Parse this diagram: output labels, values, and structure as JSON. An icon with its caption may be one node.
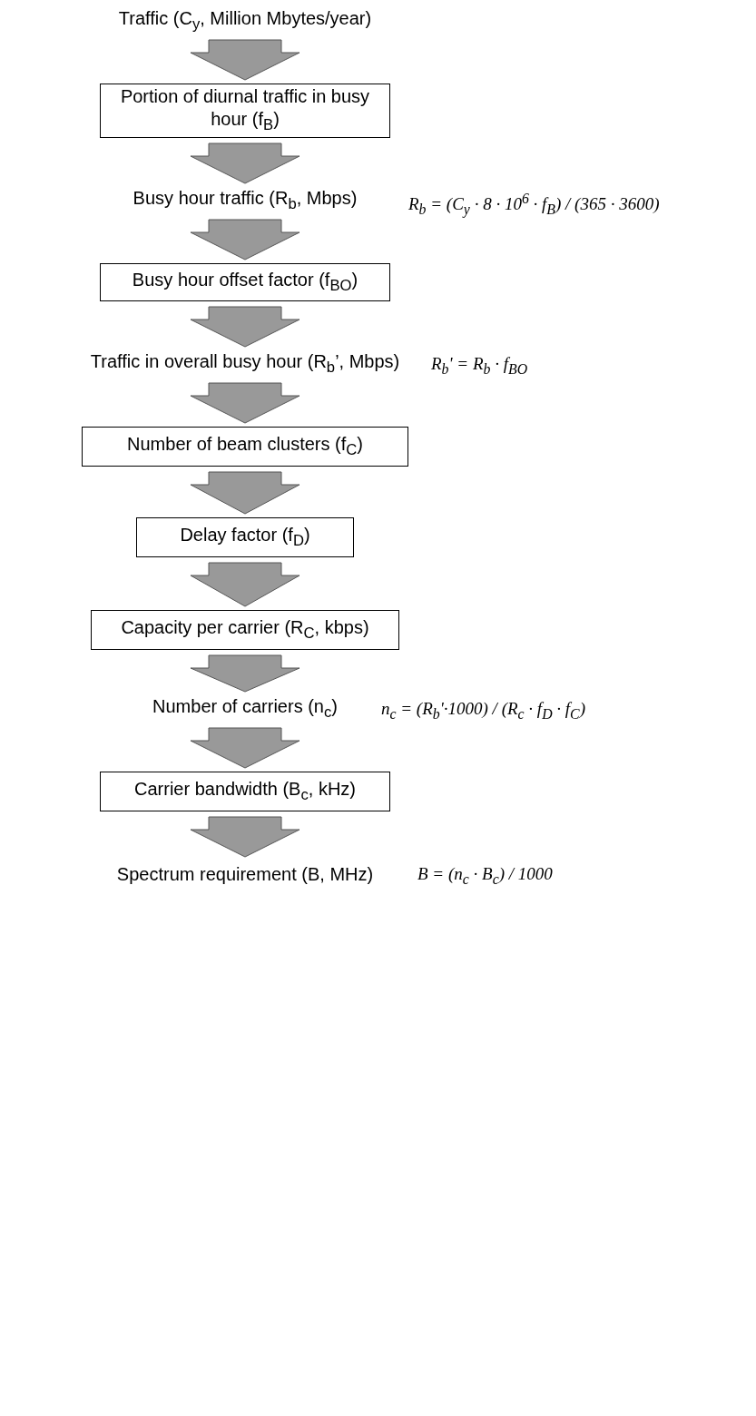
{
  "diagram": {
    "nodes": [
      {
        "text": [
          "Traffic (C$_{y}$, Million Mbytes/year)"
        ]
      },
      {
        "text": [
          "Portion of diurnal traffic in busy hour (f$_{B}$)"
        ]
      },
      {
        "text": [
          "Busy hour traffic (R$_{b}$, Mbps)"
        ],
        "beside": [
          "R$_{b}$ = (C$_{y}$ · 8 · 10$^{6}$ · f$_{B}$) / (365 · 3600)"
        ]
      },
      {
        "text": [
          "Busy hour offset factor (f$_{BO}$)"
        ]
      },
      {
        "text": [
          "Traffic in overall busy hour (R$_{b}$’, Mbps)"
        ],
        "beside": [
          "R$_{b}$' = R$_{b}$ · f$_{BO}$"
        ]
      },
      {
        "text": [
          "Number of beam clusters (f$_{C}$)"
        ]
      },
      {
        "text": [
          "Delay factor (f$_{D}$)"
        ]
      },
      {
        "text": [
          "Capacity per carrier (R$_{C}$, kbps)"
        ]
      },
      {
        "text": [
          "Number of carriers (n$_{c}$)"
        ],
        "beside": [
          "n$_{c}$ = (R$_{b}$'·1000) / (R$_{c}$ · f$_{D}$ · f$_{C}$)"
        ]
      },
      {
        "text": [
          "Carrier bandwidth (B$_{c}$, kHz)"
        ]
      },
      {
        "text": [
          "Spectrum requirement (B, MHz)"
        ],
        "beside": [
          "B = (n$_{c}$ · B$_{c}$) / 1000"
        ]
      }
    ],
    "edges": [
      {
        "from": 0,
        "to": 1,
        "arrow": "to"
      },
      {
        "from": 1,
        "to": 2,
        "arrow": "to"
      },
      {
        "from": 2,
        "to": 3,
        "arrow": "to"
      },
      {
        "from": 3,
        "to": 4,
        "arrow": "to"
      },
      {
        "from": 4,
        "to": 5,
        "arrow": "to"
      },
      {
        "from": 5,
        "to": 6,
        "arrow": "to"
      },
      {
        "from": 6,
        "to": 7,
        "arrow": "to"
      },
      {
        "from": 7,
        "to": 8,
        "arrow": "to"
      },
      {
        "from": 8,
        "to": 9,
        "arrow": "to"
      },
      {
        "from": 9,
        "to": 10,
        "arrow": "to"
      }
    ]
  }
}
